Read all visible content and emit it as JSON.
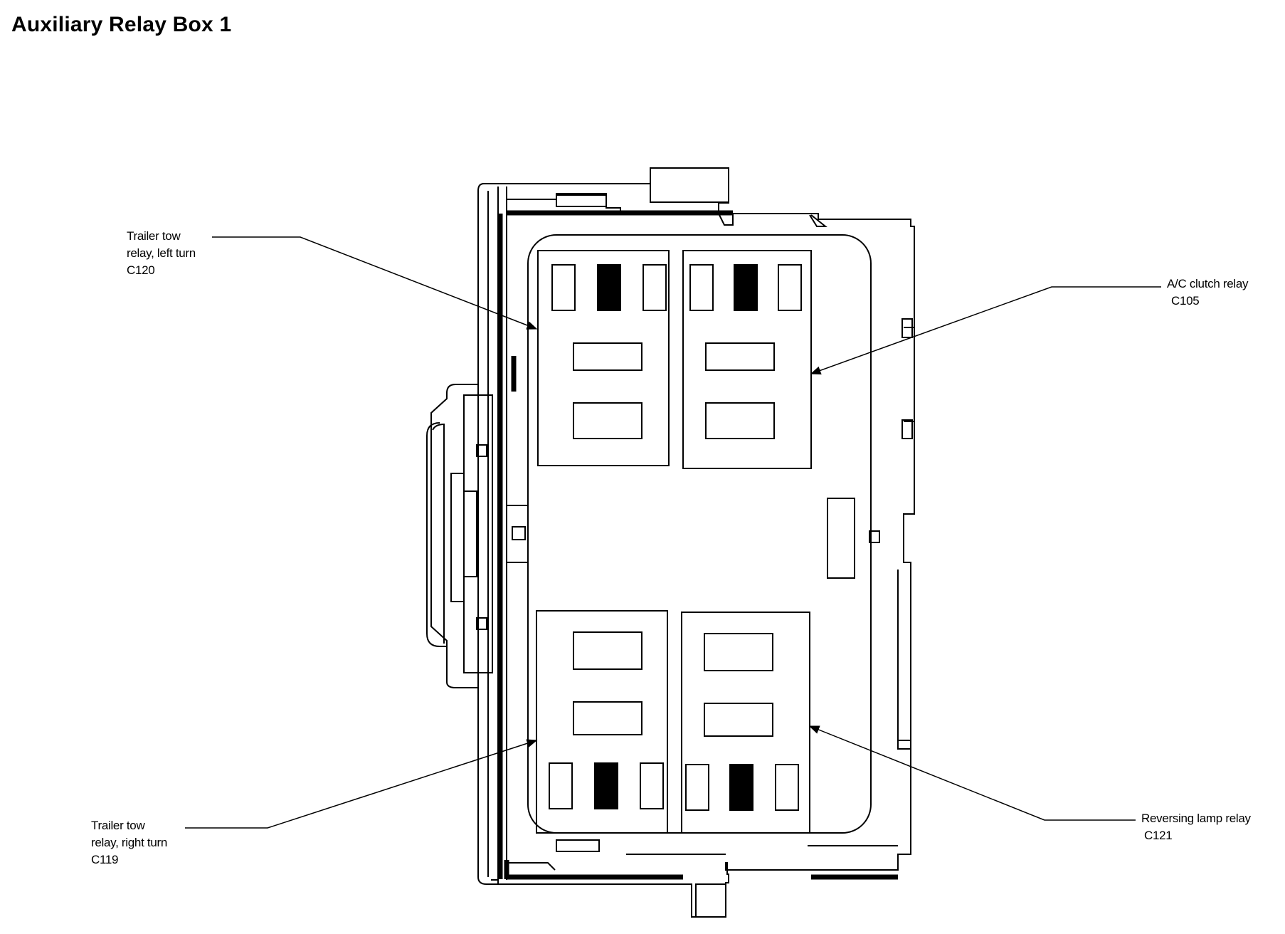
{
  "title": "Auxiliary Relay Box 1",
  "relays": {
    "top_left": {
      "name_line1": "Trailer tow",
      "name_line2": "relay, left turn",
      "connector": "C120"
    },
    "top_right": {
      "name_line1": "A/C clutch relay",
      "connector": "C105"
    },
    "bottom_left": {
      "name_line1": "Trailer tow",
      "name_line2": "relay, right turn",
      "connector": "C119"
    },
    "bottom_right": {
      "name_line1": "Reversing lamp relay",
      "connector": "C121"
    }
  },
  "colors": {
    "line": "#000000",
    "background": "#ffffff"
  }
}
